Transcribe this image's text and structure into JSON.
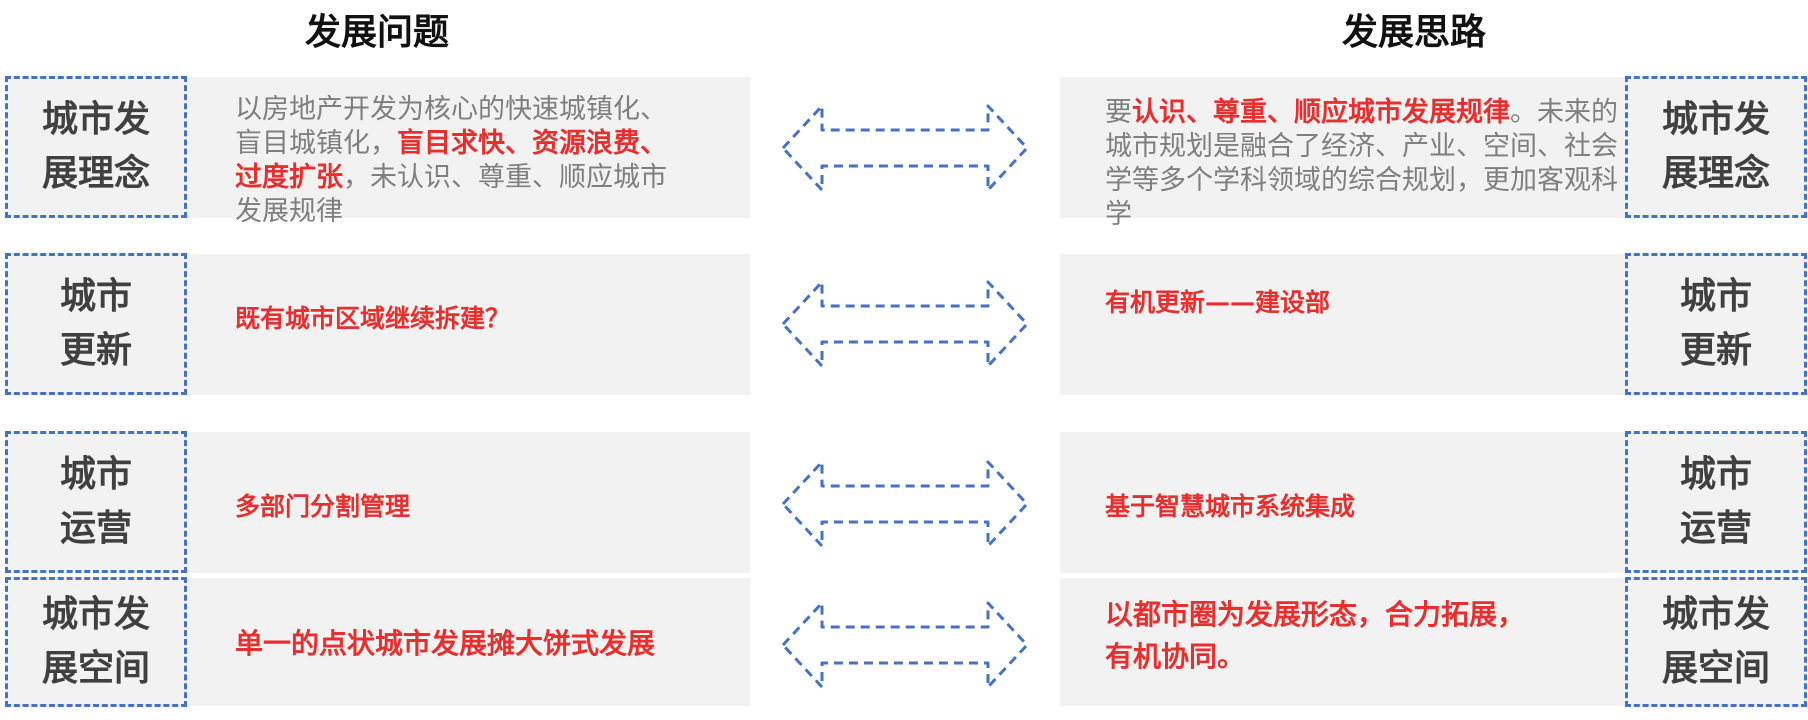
{
  "headings": {
    "problems": "发展问题",
    "ideas": "发展思路"
  },
  "colors": {
    "dashed_border": "#4472c4",
    "highlight_red": "#e6302f",
    "body_gray": "#7f7f7f",
    "label_text": "#404040",
    "panel_bg": "#f2f2f2"
  },
  "rows": [
    {
      "label_lines": [
        "城市发",
        "展理念"
      ],
      "problem": {
        "p1": "以房地产开发为核心的快速城镇化、盲目城镇化，",
        "p2": "盲目求快、资源浪费、过度扩张",
        "p3": "，未认识、尊重、顺应城市发展规律"
      },
      "idea": {
        "i1": "要",
        "i2": "认识、尊重、顺应城市发展规律",
        "i3": "。未来的城市规划是融合了经济、产业、空间、社会学等多个学科领域的综合规划，更加客观科学"
      }
    },
    {
      "label_lines": [
        "城市",
        "更新"
      ],
      "problem_text": "既有城市区域继续拆建？",
      "idea_text": "有机更新——建设部"
    },
    {
      "label_lines": [
        "城市",
        "运营"
      ],
      "problem_text": "多部门分割管理",
      "idea_text": "基于智慧城市系统集成"
    },
    {
      "label_lines": [
        "城市发",
        "展空间"
      ],
      "problem_text": "单一的点状城市发展摊大饼式发展",
      "idea_lines": [
        "以都市圈为发展形态，合力拓展，",
        "有机协同。"
      ]
    }
  ]
}
